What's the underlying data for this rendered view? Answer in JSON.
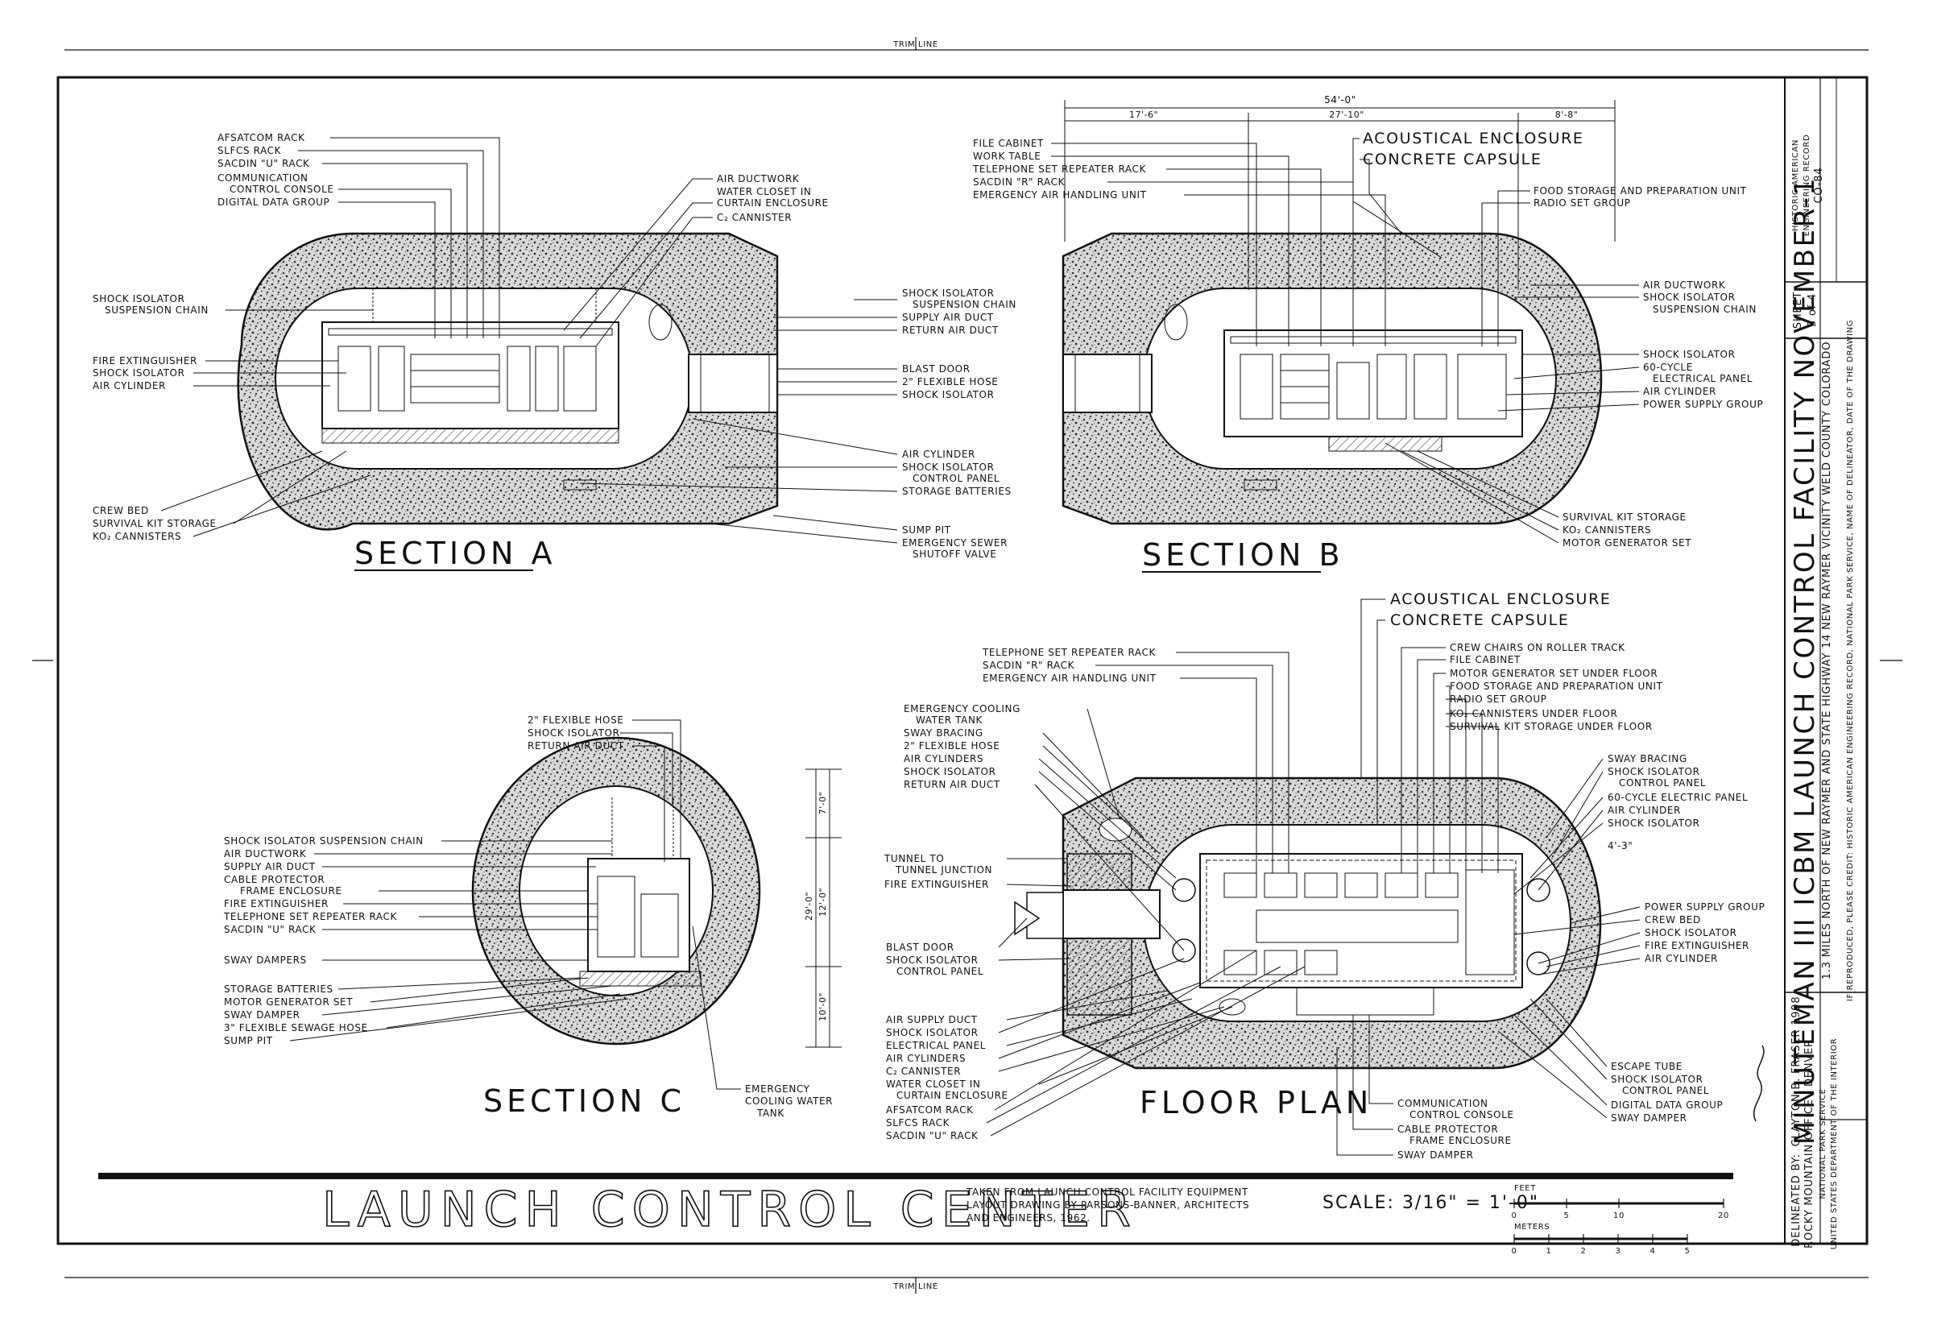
{
  "trim_label": "TRIM LINE",
  "sections": {
    "a": "SECTION A",
    "b": "SECTION B",
    "c": "SECTION C",
    "floor": "FLOOR PLAN"
  },
  "section_a_labels_left": [
    "AFSATCOM RACK",
    "SLFCS RACK",
    "SACDIN \"U\" RACK",
    "COMMUNICATION",
    "CONTROL CONSOLE",
    "DIGITAL DATA GROUP",
    "SHOCK ISOLATOR",
    "SUSPENSION CHAIN",
    "FIRE EXTINGUISHER",
    "SHOCK ISOLATOR",
    "AIR CYLINDER",
    "CREW BED",
    "SURVIVAL KIT STORAGE",
    "KO₂ CANNISTERS"
  ],
  "section_a_labels_right": [
    "AIR DUCTWORK",
    "WATER CLOSET IN",
    "CURTAIN ENCLOSURE",
    "C₂ CANNISTER"
  ],
  "center_labels_a_b": [
    "SHOCK ISOLATOR",
    "SUSPENSION CHAIN",
    "SUPPLY AIR DUCT",
    "RETURN AIR DUCT",
    "BLAST DOOR",
    "2\" FLEXIBLE HOSE",
    "SHOCK ISOLATOR",
    "AIR CYLINDER",
    "SHOCK ISOLATOR",
    "CONTROL PANEL",
    "STORAGE BATTERIES",
    "SUMP PIT",
    "EMERGENCY SEWER",
    "SHUTOFF VALVE"
  ],
  "section_b_labels_top": [
    "FILE CABINET",
    "WORK TABLE",
    "TELEPHONE SET REPEATER RACK",
    "SACDIN \"R\" RACK",
    "EMERGENCY AIR HANDLING UNIT"
  ],
  "section_b_callouts": [
    "ACOUSTICAL ENCLOSURE",
    "CONCRETE CAPSULE"
  ],
  "section_b_labels_right": [
    "FOOD STORAGE AND PREPARATION UNIT",
    "RADIO SET GROUP",
    "AIR DUCTWORK",
    "SHOCK ISOLATOR",
    "SUSPENSION CHAIN",
    "SHOCK ISOLATOR",
    "60-CYCLE",
    "ELECTRICAL PANEL",
    "AIR CYLINDER",
    "POWER SUPPLY GROUP",
    "SURVIVAL KIT STORAGE",
    "KO₂ CANNISTERS",
    "MOTOR GENERATOR SET"
  ],
  "section_b_dims": [
    "54'-0\"",
    "17'-6\"",
    "27'-10\"",
    "8'-8\""
  ],
  "section_c_labels": [
    "2\" FLEXIBLE HOSE",
    "SHOCK ISOLATOR",
    "RETURN AIR DUCT",
    "SHOCK ISOLATOR SUSPENSION CHAIN",
    "AIR DUCTWORK",
    "SUPPLY AIR DUCT",
    "CABLE PROTECTOR",
    "FRAME ENCLOSURE",
    "FIRE EXTINGUISHER",
    "TELEPHONE SET REPEATER RACK",
    "SACDIN \"U\" RACK",
    "SWAY DAMPERS",
    "STORAGE BATTERIES",
    "MOTOR GENERATOR SET",
    "SWAY DAMPER",
    "3\" FLEXIBLE SEWAGE HOSE",
    "SUMP PIT",
    "EMERGENCY",
    "COOLING WATER",
    "TANK"
  ],
  "section_c_dims": [
    "29'-0\"",
    "7'-0\"",
    "12'-0\"",
    "10'-0\""
  ],
  "floor_callouts": [
    "ACOUSTICAL ENCLOSURE",
    "CONCRETE CAPSULE"
  ],
  "floor_labels_top": [
    "TELEPHONE SET REPEATER RACK",
    "SACDIN \"R\" RACK",
    "EMERGENCY AIR HANDLING UNIT",
    "CREW CHAIRS ON ROLLER TRACK",
    "FILE CABINET",
    "MOTOR GENERATOR SET UNDER FLOOR",
    "FOOD STORAGE AND PREPARATION UNIT",
    "RADIO SET GROUP",
    "KO₂ CANNISTERS UNDER FLOOR",
    "SURVIVAL KIT STORAGE UNDER FLOOR"
  ],
  "floor_labels_left": [
    "EMERGENCY COOLING",
    "WATER TANK",
    "SWAY BRACING",
    "2\" FLEXIBLE HOSE",
    "AIR CYLINDERS",
    "SHOCK ISOLATOR",
    "RETURN AIR DUCT",
    "TUNNEL TO",
    "TUNNEL JUNCTION",
    "FIRE EXTINGUISHER",
    "BLAST DOOR",
    "SHOCK ISOLATOR",
    "CONTROL PANEL",
    "AIR SUPPLY DUCT",
    "SHOCK ISOLATOR",
    "ELECTRICAL PANEL",
    "AIR CYLINDERS",
    "C₂ CANNISTER",
    "WATER CLOSET IN",
    "CURTAIN ENCLOSURE",
    "AFSATCOM RACK",
    "SLFCS RACK",
    "SACDIN \"U\" RACK"
  ],
  "floor_labels_right": [
    "SWAY BRACING",
    "SHOCK ISOLATOR",
    "CONTROL PANEL",
    "60-CYCLE ELECTRIC PANEL",
    "AIR CYLINDER",
    "SHOCK ISOLATOR",
    "4'-3\"",
    "POWER SUPPLY GROUP",
    "CREW BED",
    "SHOCK ISOLATOR",
    "FIRE EXTINGUISHER",
    "AIR CYLINDER",
    "ESCAPE TUBE",
    "SHOCK ISOLATOR",
    "CONTROL PANEL",
    "DIGITAL DATA GROUP",
    "SWAY DAMPER"
  ],
  "floor_labels_bottom": [
    "COMMUNICATION",
    "CONTROL CONSOLE",
    "CABLE PROTECTOR",
    "FRAME ENCLOSURE",
    "SWAY DAMPER"
  ],
  "title": "LAUNCH CONTROL CENTER",
  "source_note": [
    "TAKEN FROM LAUNCH CONTROL FACILITY EQUIPMENT",
    "LAYOUT DRAWING BY PARSONS-BANNER, ARCHITECTS",
    "AND ENGINEERS, 1962."
  ],
  "scale": {
    "label": "SCALE: 3/16\" = 1'-0\"",
    "feet_label": "FEET",
    "feet_ticks": [
      "0",
      "5",
      "10",
      "20"
    ],
    "meters_label": "METERS",
    "meter_ticks": [
      "0",
      "1",
      "2",
      "3",
      "4",
      "5"
    ]
  },
  "title_block": {
    "facility": "MINUTEMAN III ICBM LAUNCH CONTROL FACILITY NOVEMBER-1",
    "location": "1.3 MILES NORTH OF NEW RAYMER AND STATE HIGHWAY 14      NEW RAYMER VICINITY      WELD COUNTY      COLORADO",
    "credit": "IF REPRODUCED, PLEASE CREDIT: HISTORIC AMERICAN ENGINEERING RECORD, NATIONAL PARK SERVICE, NAME OF DELINEATOR, DATE OF THE DRAWING",
    "delineated_by": "DELINEATED BY:",
    "delineator": "CLAYTON B. FRASER   1998",
    "office": "ROCKY MOUNTAIN OFFICE / DENVER",
    "nps": "NATIONAL PARK SERVICE",
    "dept": "UNITED STATES DEPARTMENT OF THE INTERIOR",
    "record": [
      "HISTORIC AMERICAN",
      "ENGINEERING RECORD",
      "CO-84"
    ],
    "sheet_label": "SHEET",
    "sheet": "3 of 4"
  },
  "colors": {
    "ink": "#111111",
    "paper": "#ffffff",
    "stipple": "#555555"
  }
}
